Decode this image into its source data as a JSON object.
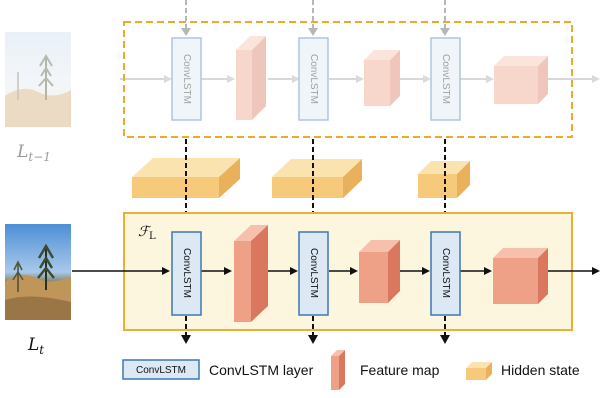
{
  "frames": {
    "prev_label": "L",
    "prev_sub": "t−1",
    "curr_label": "L",
    "curr_sub": "t"
  },
  "region": {
    "label": "ℱ",
    "label_sub": "L"
  },
  "cells": {
    "cell_label": "ConvLSTM"
  },
  "legend": {
    "convlstm_box": "ConvLSTM",
    "convlstm_text": "ConvLSTM layer",
    "feature_text": "Feature map",
    "hidden_text": "Hidden state"
  },
  "colors": {
    "cell_fill": "#dce9f5",
    "cell_stroke": "#3f77b2",
    "feature_front": "#eea187",
    "feature_side": "#d9785f",
    "feature_top": "#f6c0ad",
    "hidden_front": "#f7c97a",
    "hidden_top": "#fbe3b0",
    "hidden_side": "#e9b15b",
    "region_stroke": "#e9b233",
    "region_fill": "#fdf6df",
    "prev_region_stroke": "#eea82a"
  }
}
